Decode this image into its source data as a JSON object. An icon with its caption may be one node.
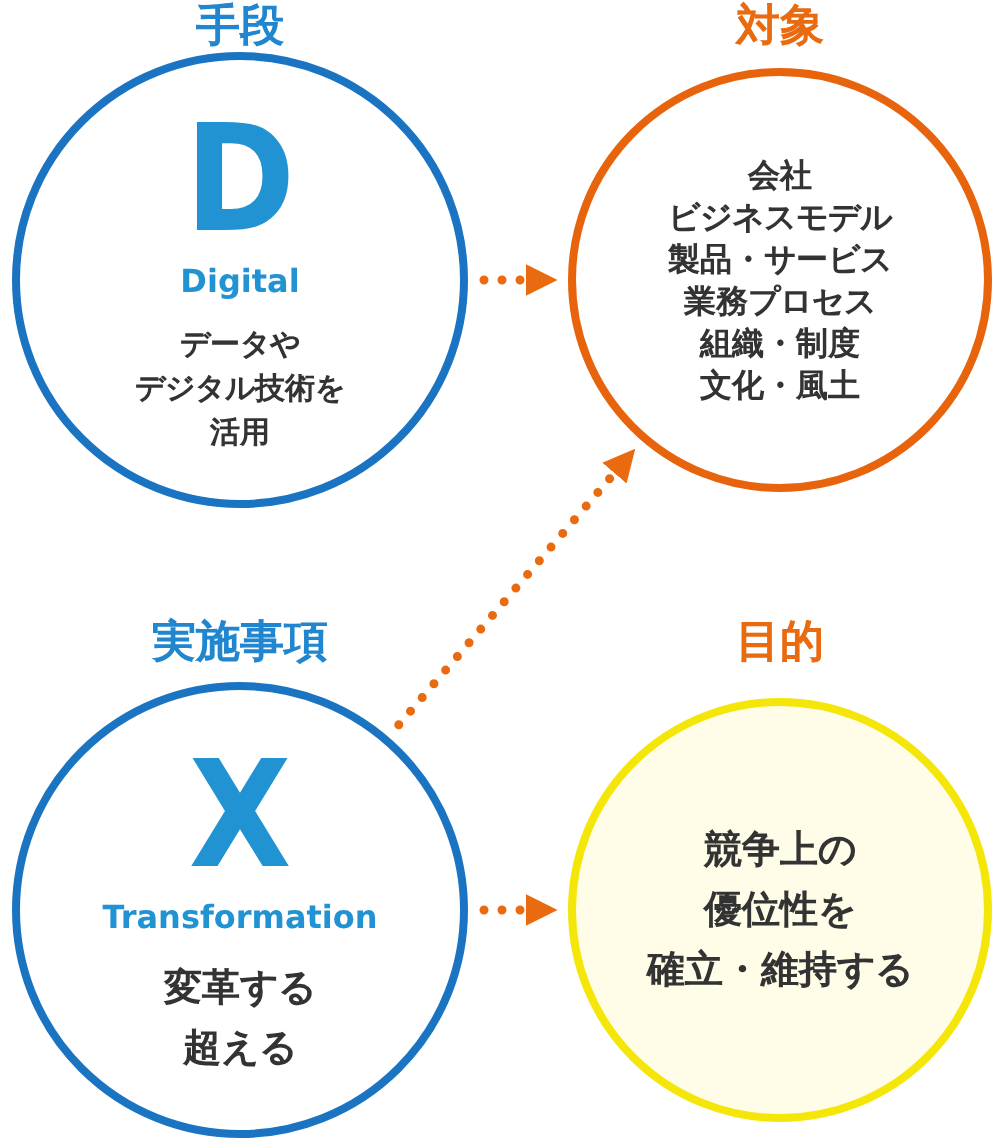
{
  "diagram": {
    "nodes": [
      {
        "text": [
          "手段",
          "D",
          "Digital",
          "データやデジタル技術を活用"
        ]
      },
      {
        "text": [
          "対象",
          "会社",
          "ビジネスモデル",
          "製品・サービス",
          "業務プロセス",
          "組織・制度",
          "文化・風土"
        ]
      },
      {
        "text": [
          "実施事項",
          "X",
          "Transformation",
          "変革する超える"
        ]
      },
      {
        "text": [
          "目的",
          "競争上の優位性を確立・維持する"
        ]
      }
    ],
    "edges": [
      {
        "from": 0,
        "to": 1,
        "arrow": "to"
      },
      {
        "from": 2,
        "to": 1,
        "arrow": "to"
      },
      {
        "from": 2,
        "to": 3,
        "arrow": "to"
      }
    ]
  }
}
